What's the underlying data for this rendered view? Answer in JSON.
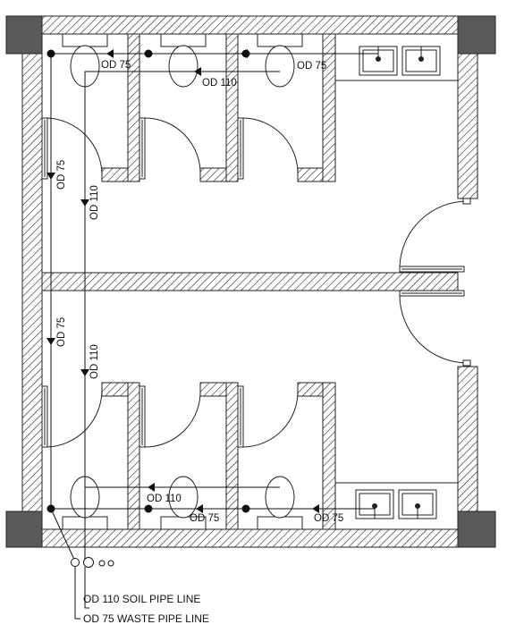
{
  "labels": {
    "od75": "OD 75",
    "od110": "OD 110"
  },
  "legend": {
    "soil": "OD 110 SOIL PIPE LINE",
    "waste": "OD 75 WASTE PIPE LINE"
  },
  "icons": {
    "wc": "wc-icon",
    "basin": "wash-basin-icon",
    "column": "column-icon",
    "floor_drain": "floor-drain-icon"
  },
  "colors": {
    "line": "#111111",
    "column": "#5a5a5a",
    "hatch": "#222222",
    "background": "#ffffff"
  }
}
